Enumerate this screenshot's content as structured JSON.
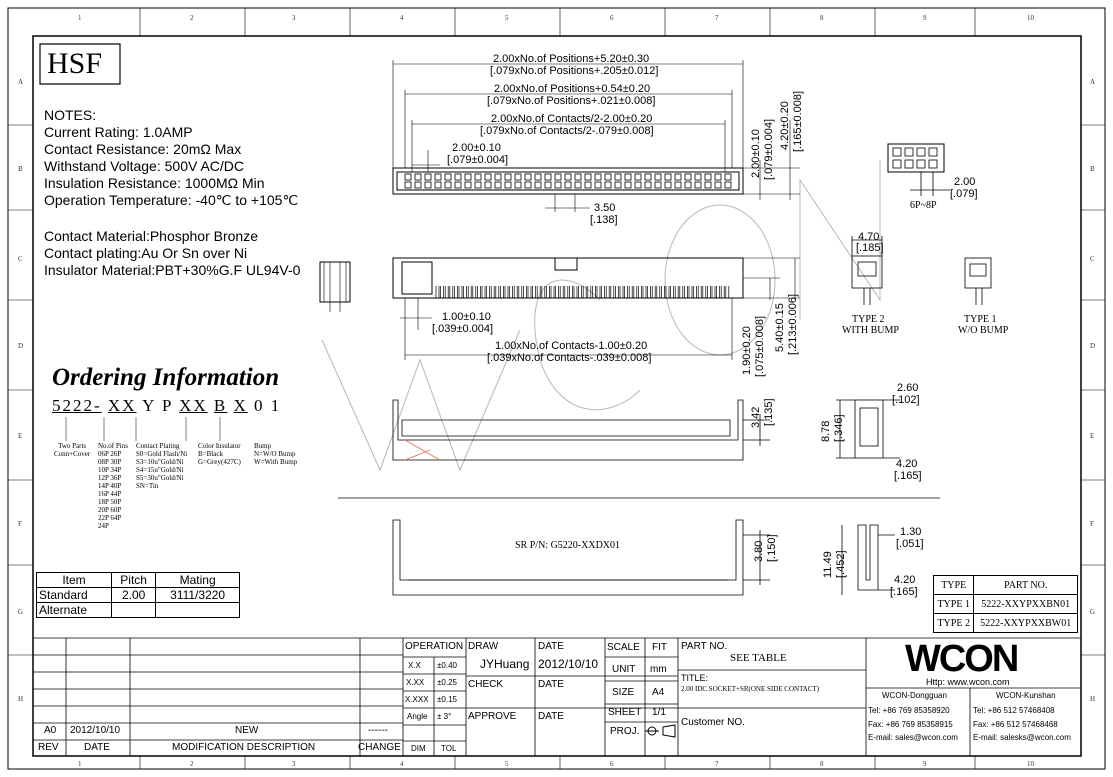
{
  "logo": "HSF",
  "notes": {
    "title": "NOTES:",
    "current_rating": "Current Rating: 1.0AMP",
    "contact_resistance": "Contact Resistance: 20mΩ Max",
    "withstand_voltage": "Withstand Voltage: 500V AC/DC",
    "insulation_resistance": "Insulation Resistance: 1000MΩ Min",
    "operation_temperature": "Operation Temperature: -40℃ to +105℃",
    "contact_material": "Contact Material:Phosphor Bronze",
    "contact_plating": "Contact plating:Au Or Sn over Ni",
    "insulator_material": "Insulator Material:PBT+30%G.F UL94V-0"
  },
  "ordering": {
    "title": "Ordering Information",
    "code_parts": [
      "5222-",
      "XX",
      "Y",
      "P",
      "XX",
      "B",
      "X",
      "0",
      "1"
    ],
    "two_parts": [
      "Two Parts",
      "Conn+Cover"
    ],
    "pins_title": "No.of Pins",
    "pins": [
      "06P  26P",
      "08P  30P",
      "10P  34P",
      "12P  36P",
      "14P  40P",
      "16P  44P",
      "18P  50P",
      "20P  60P",
      "22P  64P",
      "24P"
    ],
    "plating_title": "Contact Plating",
    "plating": [
      "S0=Gold Flash/Ni",
      "S3=10u\"Gold/Ni",
      "S4=15u\"Gold/Ni",
      "S5=30u\"Gold/Ni",
      "SN=Tin"
    ],
    "color_title": "Color Insulator",
    "colors": [
      "B=Black",
      "G=Grey(427C)"
    ],
    "bump_title": "Bump",
    "bumps": [
      "N=W/O Bump",
      "W=With Bump"
    ]
  },
  "pitch_table": {
    "headers": [
      "Item",
      "Pitch",
      "Mating"
    ],
    "rows": [
      [
        "Standard",
        "2.00",
        "3111/3220"
      ],
      [
        "Alternate",
        "",
        ""
      ]
    ]
  },
  "dims_top": [
    "2.00xNo.of Positions+5.20±0.30",
    "[.079xNo.of Positions+.205±0.012]",
    "2.00xNo.of Positions+0.54±0.20",
    "[.079xNo.of Positions+.021±0.008]",
    "2.00xNo.of Contacts/2-2.00±0.20",
    "[.079xNo.of Contacts/2-.079±0.008]",
    "2.00±0.10",
    "[.079±0.004]"
  ],
  "dims_misc": {
    "d350": "3.50",
    "d350b": "[.138]",
    "v1": "2.00±0.10",
    "v1b": "[.079±0.004]",
    "v2": "4.20±0.20",
    "v2b": "[.165±0.008]",
    "d100": "1.00±0.10",
    "d100b": "[.039±0.004]",
    "dcont": "1.00xNo.of Contacts-1.00±0.20",
    "dcontb": "[.039xNo.of Contacts-.039±0.008]",
    "v3": "1.90±0.20",
    "v3b": "[.075±0.008]",
    "v4": "5.40±0.15",
    "v4b": "[.213±0.006]",
    "v5": "3.42",
    "v5b": "[.135]",
    "v6": "3.80",
    "v6b": "[.150]",
    "sr": "SR P/N: G5220-XXDX01",
    "w470": "4.70",
    "w470b": "[.185]",
    "p200": "2.00",
    "p200b": "[.079]",
    "p68": "6P~8P",
    "type2": "TYPE 2",
    "withbump": "WITH BUMP",
    "type1": "TYPE 1",
    "wobump": "W/O BUMP",
    "s260": "2.60",
    "s260b": "[.102]",
    "s878": "8.78",
    "s878b": "[.346]",
    "s420": "4.20",
    "s420b": "[.165]",
    "s130": "1.30",
    "s130b": "[.051]",
    "s1149": "11.49",
    "s1149b": "[.452]",
    "s420c": "4.20",
    "s420cb": "[.165]"
  },
  "type_table": {
    "headers": [
      "TYPE",
      "PART NO."
    ],
    "rows": [
      [
        "TYPE 1",
        "5222-XXYPXXBN01"
      ],
      [
        "TYPE 2",
        "5222-XXYPXXBW01"
      ]
    ]
  },
  "title_block": {
    "operation": "OPERATION",
    "tol_rows": [
      [
        "X.X",
        "±0.40"
      ],
      [
        "X.XX",
        "±0.25"
      ],
      [
        "X.XXX",
        "±0.15"
      ],
      [
        "Angle",
        "± 3°"
      ]
    ],
    "dim": "DIM",
    "tol": "TOL",
    "draw": "DRAW",
    "drawer": "JYHuang",
    "check": "CHECK",
    "approve": "APPROVE",
    "date_label": "DATE",
    "date_value": "2012/10/10",
    "scale": "SCALE",
    "fit": "FIT",
    "unit": "UNIT",
    "unit_value": "mm",
    "size": "SIZE",
    "size_value": "A4",
    "sheet": "SHEET",
    "sheet_value": "1/1",
    "proj": "PROJ.",
    "part_no_label": "PART NO.",
    "part_no_value": "SEE TABLE",
    "title_label": "TITLE:",
    "title_value": "2.00 IDC SOCKET+SR(ONE SIDE CONTACT)",
    "customer_no": "Customer NO.",
    "rev": "REV",
    "rev_date": "DATE",
    "mod_desc": "MODIFICATION DESCRIPTION",
    "change": "CHANGE",
    "a0": "A0",
    "a0_date": "2012/10/10",
    "a0_desc": "NEW",
    "a0_change": "------"
  },
  "company": {
    "brand": "WCON",
    "http": "Http: www.wcon.com",
    "dg": "WCON-Dongguan",
    "ks": "WCON-Kunshan",
    "dg_tel": "Tel: +86 769 85358920",
    "ks_tel": "Tel: +86 512 57468408",
    "dg_fax": "Fax: +86 769 85358915",
    "ks_fax": "Fax: +86 512 57468468",
    "dg_mail": "E-mail: sales@wcon.com",
    "ks_mail": "E-mail: salesks@wcon.com"
  },
  "zones_top": [
    "1",
    "2",
    "3",
    "4",
    "5",
    "6",
    "7",
    "8",
    "9",
    "10"
  ],
  "zones_side": [
    "A",
    "B",
    "C",
    "D",
    "E",
    "F",
    "G",
    "H"
  ]
}
